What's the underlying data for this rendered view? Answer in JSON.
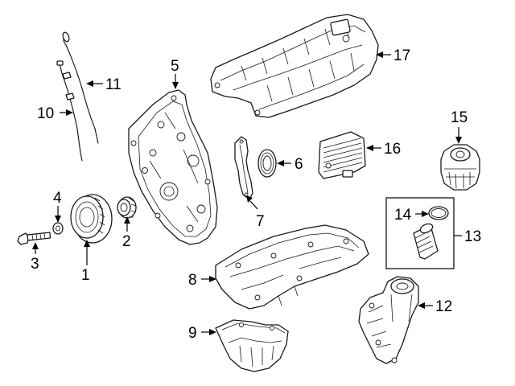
{
  "diagram": {
    "callouts": [
      "1",
      "2",
      "3",
      "4",
      "5",
      "6",
      "7",
      "8",
      "9",
      "10",
      "11",
      "12",
      "13",
      "14",
      "15",
      "16",
      "17"
    ]
  }
}
